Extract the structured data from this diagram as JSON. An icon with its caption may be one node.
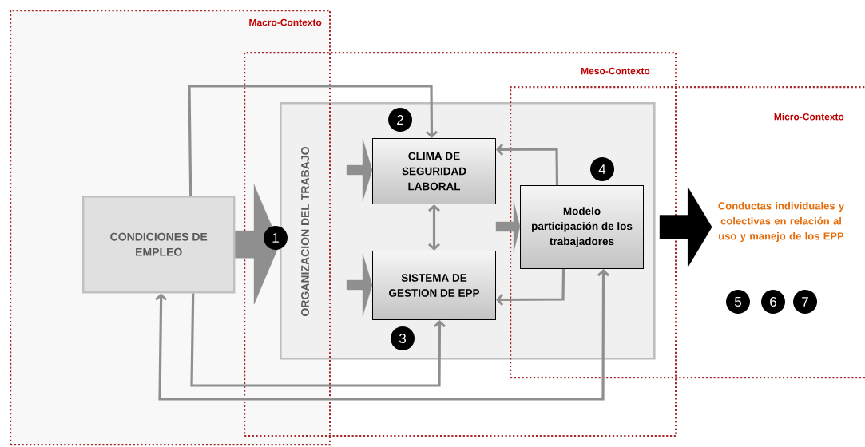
{
  "diagram": {
    "nodes": [
      {
        "text": [
          "Macro-Contexto"
        ]
      },
      {
        "text": [
          "Meso-Contexto"
        ]
      },
      {
        "text": [
          "Micro-Contexto"
        ]
      },
      {
        "text": [
          "ORGANIZACION DEL TRABAJO"
        ],
        "in": 1
      },
      {
        "text": [
          "CONDICIONES DE EMPLEO"
        ],
        "in": 0
      },
      {
        "text": [
          "CLIMA DE SEGURIDAD LABORAL"
        ],
        "in": 3
      },
      {
        "text": [
          "SISTEMA DE GESTION DE EPP"
        ],
        "in": 3
      },
      {
        "text": [
          "Modelo participación de los trabajadores"
        ]
      },
      {
        "text": [
          "Conductas individuales y colectivas en relación al uso y manejo de los EPP"
        ],
        "in": 2
      }
    ],
    "edges": [
      {
        "from": 4,
        "to": 3,
        "arrow": "to",
        "style": "thick"
      },
      {
        "from": 4,
        "to": 5,
        "arrow": "to"
      },
      {
        "from": 4,
        "to": 6,
        "arrow": "to"
      },
      {
        "from": 4,
        "to": 7,
        "arrow": "both"
      },
      {
        "from": 5,
        "to": 6,
        "arrow": "both"
      },
      {
        "from": 7,
        "to": 5,
        "arrow": "to"
      },
      {
        "from": 7,
        "to": 6,
        "arrow": "to"
      },
      {
        "from": null,
        "to": 5,
        "arrow": "to",
        "style": "thick"
      },
      {
        "from": null,
        "to": 6,
        "arrow": "to",
        "style": "thick"
      },
      {
        "from": null,
        "to": 7,
        "arrow": "to",
        "style": "thick"
      },
      {
        "from": 7,
        "to": 8,
        "arrow": "to",
        "style": "thick",
        "color": "#000000"
      }
    ],
    "labels": [
      "2",
      "4",
      "1",
      "5",
      "6",
      "7",
      "3"
    ]
  }
}
